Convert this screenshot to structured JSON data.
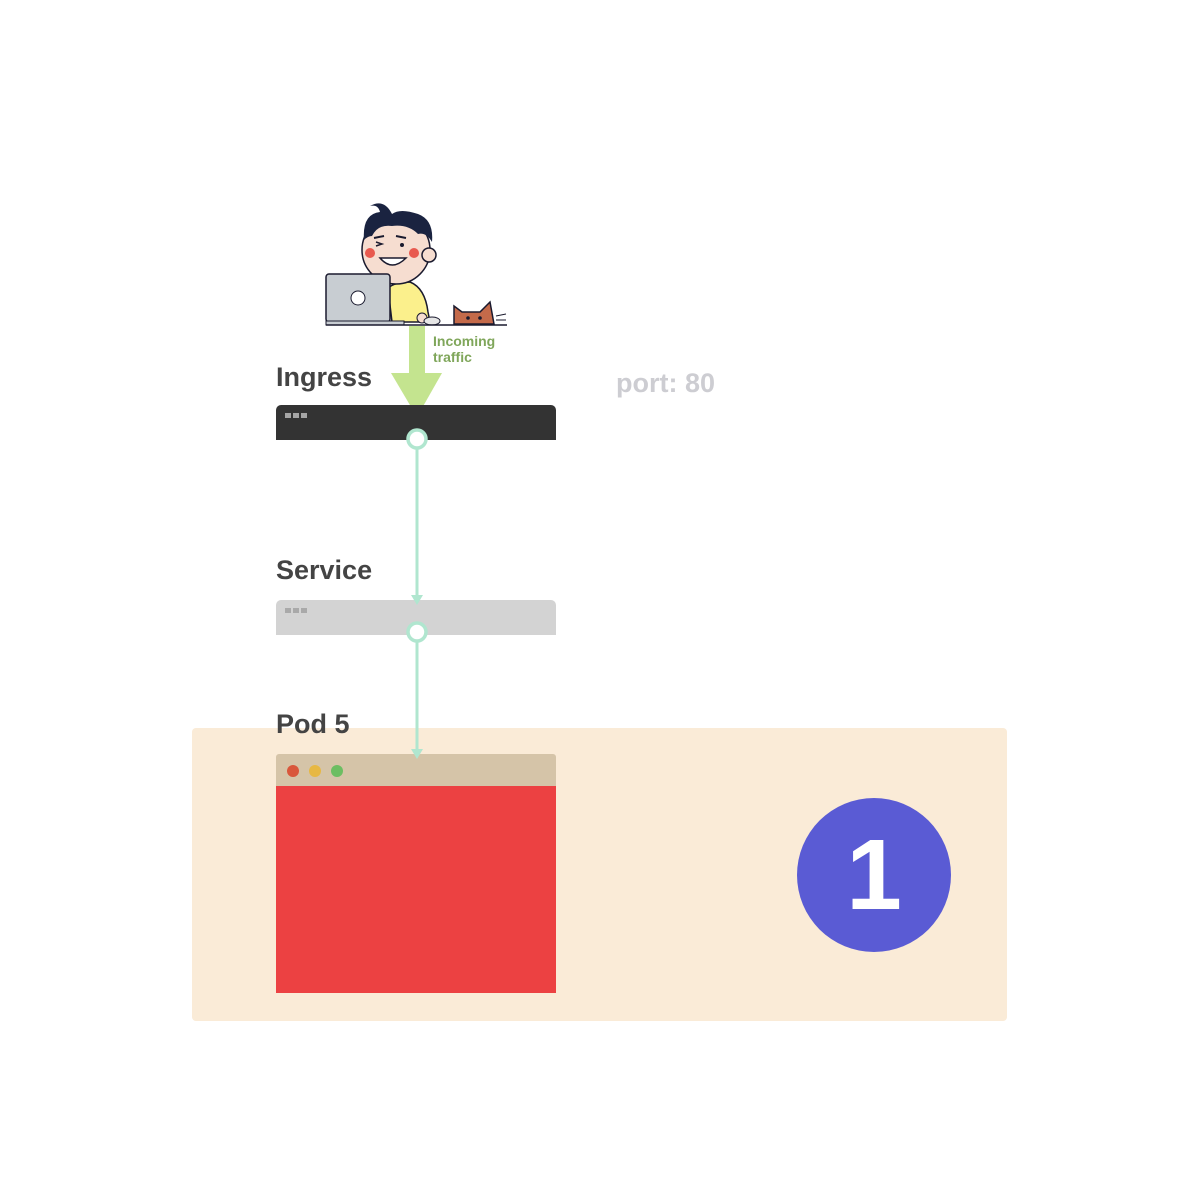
{
  "diagram": {
    "ingress_label": "Ingress",
    "service_label": "Service",
    "pod_label": "Pod 5",
    "port_label": "port: 80",
    "incoming_traffic": {
      "line1": "Incoming",
      "line2": "traffic"
    },
    "step_badge": "1"
  },
  "colors": {
    "highlight_panel": "#faebd7",
    "ingress_bar": "#333333",
    "service_bar": "#d3d3d3",
    "pod_titlebar": "#d5c4a8",
    "pod_body": "#ec4142",
    "connector": "#b0e6cf",
    "traffic_arrow": "#c4e48f",
    "badge": "#5a5bd4",
    "window_dot_red": "#d9573c",
    "window_dot_yellow": "#e7b843",
    "window_dot_green": "#6cbe62"
  },
  "icons": {
    "user": "person-at-laptop-illustration",
    "pet": "cat-icon",
    "window_controls": "window-dots-icon"
  }
}
